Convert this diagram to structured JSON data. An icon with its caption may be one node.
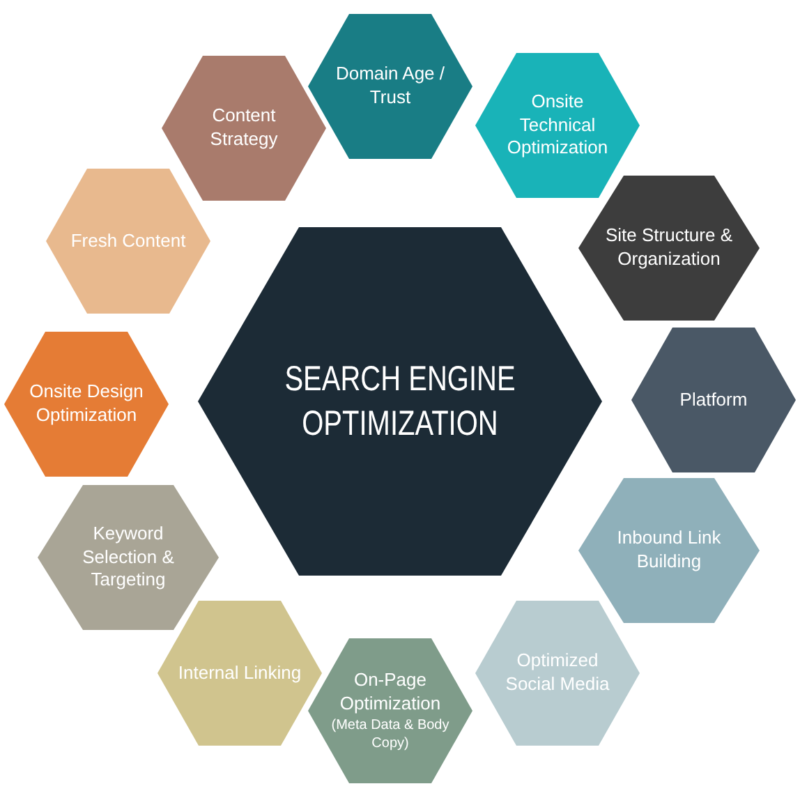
{
  "diagram": {
    "nodes": [
      {
        "text": [
          "SEARCH ENGINE OPTIMIZATION"
        ]
      },
      {
        "text": [
          "Domain Age / Trust"
        ]
      },
      {
        "text": [
          "Onsite Technical Optimization"
        ]
      },
      {
        "text": [
          "Site Structure & Organization"
        ]
      },
      {
        "text": [
          "Platform"
        ]
      },
      {
        "text": [
          "Inbound Link Building"
        ]
      },
      {
        "text": [
          "Optimized Social Media"
        ]
      },
      {
        "text": [
          "On-Page Optimization",
          "(Meta Data & Body Copy)"
        ]
      },
      {
        "text": [
          "Internal Linking"
        ]
      },
      {
        "text": [
          "Keyword Selection & Targeting"
        ]
      },
      {
        "text": [
          "Onsite Design Optimization"
        ]
      },
      {
        "text": [
          "Fresh Content"
        ]
      },
      {
        "text": [
          "Content Strategy"
        ]
      }
    ],
    "edges": []
  }
}
